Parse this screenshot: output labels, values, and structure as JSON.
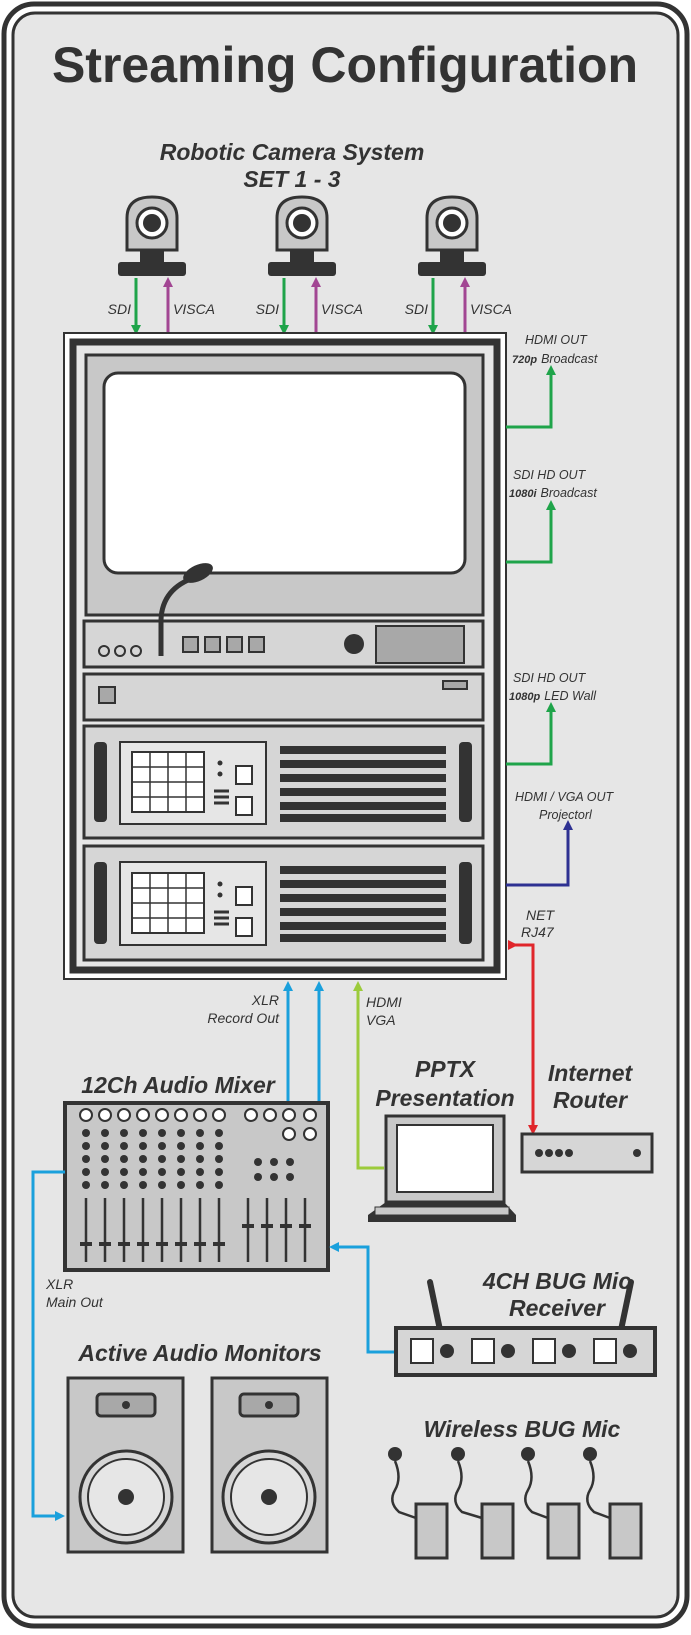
{
  "title": "Streaming Configuration",
  "camera_system": {
    "line1": "Robotic Camera System",
    "line2": "SET 1 - 3"
  },
  "cameras": [
    {
      "sdi": "SDI",
      "visca": "VISCA"
    },
    {
      "sdi": "SDI",
      "visca": "VISCA"
    },
    {
      "sdi": "SDI",
      "visca": "VISCA"
    }
  ],
  "outputs": {
    "hdmi_out": {
      "line1": "HDMI OUT",
      "res": "720p",
      "desc": "Broadcast"
    },
    "sdi_out_1": {
      "line1": "SDI HD OUT",
      "res": "1080i",
      "desc": "Broadcast"
    },
    "sdi_out_2": {
      "line1": "SDI HD OUT",
      "res": "1080p",
      "desc": "LED Wall"
    },
    "hdmi_vga_out": {
      "line1": "HDMI / VGA OUT",
      "line2": "Projectorl"
    },
    "net": {
      "line1": "NET",
      "line2": "RJ47"
    }
  },
  "inputs": {
    "xlr_record": {
      "line1": "XLR",
      "line2": "Record Out"
    },
    "hdmi_vga_in": {
      "line1": "HDMI",
      "line2": "VGA"
    }
  },
  "devices": {
    "audio_mixer": "12Ch Audio Mixer",
    "pptx": {
      "line1": "PPTX",
      "line2": "Presentation"
    },
    "router": {
      "line1": "Internet",
      "line2": "Router"
    },
    "bug_receiver": {
      "line1": "4CH BUG Mic",
      "line2": "Receiver"
    },
    "monitors": "Active Audio Monitors",
    "xlr_main": {
      "line1": "XLR",
      "line2": "Main Out"
    },
    "wireless_bug": "Wireless BUG Mic"
  },
  "colors": {
    "sdi": "#1fa44a",
    "visca": "#a24693",
    "audio": "#1aa0dc",
    "hdmi_in": "#9ccb3b",
    "hdmi_out": "#2e3192",
    "net": "#e0262b",
    "panel": "#e6e6e6",
    "device": "#c8c8c8"
  }
}
